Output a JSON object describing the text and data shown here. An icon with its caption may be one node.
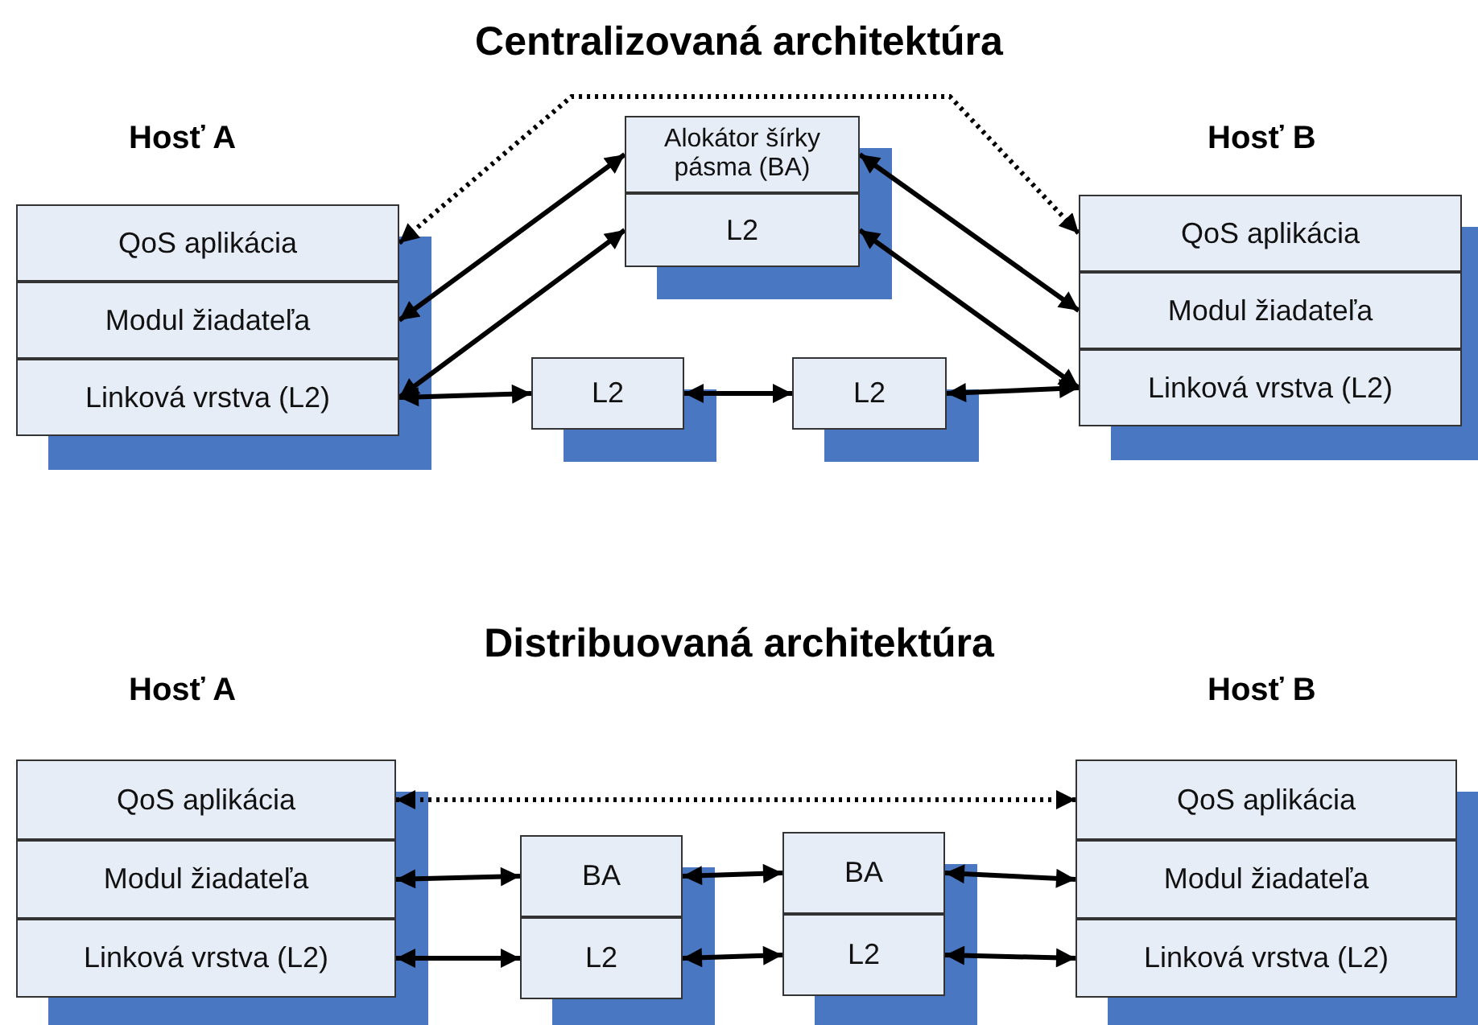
{
  "diagram": {
    "nodes": [
      {
        "text": [
          "Hosť A"
        ]
      },
      {
        "text": [
          "QoS aplikácia"
        ],
        "in": 0
      },
      {
        "text": [
          "Modul žiadateľa"
        ],
        "in": 0
      },
      {
        "text": [
          "Linková vrstva (L2)"
        ],
        "in": 0
      },
      {
        "text": [
          "Alokátor šírky pásma (BA)"
        ]
      },
      {
        "text": [
          "L2"
        ]
      },
      {
        "text": [
          "Hosť B"
        ]
      },
      {
        "text": [
          "QoS aplikácia"
        ],
        "in": 6
      },
      {
        "text": [
          "Modul žiadateľa"
        ],
        "in": 6
      },
      {
        "text": [
          "Linková vrstva (L2)"
        ],
        "in": 6
      },
      {
        "text": [
          "L2"
        ]
      },
      {
        "text": [
          "L2"
        ]
      },
      {
        "text": [
          "Hosť A"
        ]
      },
      {
        "text": [
          "QoS aplikácia"
        ],
        "in": 12
      },
      {
        "text": [
          "Modul žiadateľa"
        ],
        "in": 12
      },
      {
        "text": [
          "Linková vrstva (L2)"
        ],
        "in": 12
      },
      {
        "text": [
          "BA"
        ]
      },
      {
        "text": [
          "L2"
        ]
      },
      {
        "text": [
          "BA"
        ]
      },
      {
        "text": [
          "L2"
        ]
      },
      {
        "text": [
          "Hosť B"
        ]
      },
      {
        "text": [
          "QoS aplikácia"
        ],
        "in": 20
      },
      {
        "text": [
          "Modul žiadateľa"
        ],
        "in": 20
      },
      {
        "text": [
          "Linková vrstva (L2)"
        ],
        "in": 20
      }
    ],
    "edges": [
      {
        "from": 1,
        "to": 7,
        "arrow": "both",
        "style": "dashed"
      },
      {
        "from": 2,
        "to": 4,
        "arrow": "both"
      },
      {
        "from": 3,
        "to": 5,
        "arrow": "both"
      },
      {
        "from": 4,
        "to": 8,
        "arrow": "both"
      },
      {
        "from": 5,
        "to": 9,
        "arrow": "both"
      },
      {
        "from": 3,
        "to": 10,
        "arrow": "both"
      },
      {
        "from": 10,
        "to": 11,
        "arrow": "both"
      },
      {
        "from": 11,
        "to": 9,
        "arrow": "both"
      },
      {
        "from": 13,
        "to": 21,
        "arrow": "both",
        "style": "dashed"
      },
      {
        "from": 14,
        "to": 16,
        "arrow": "both"
      },
      {
        "from": 16,
        "to": 18,
        "arrow": "both"
      },
      {
        "from": 18,
        "to": 22,
        "arrow": "both"
      },
      {
        "from": 15,
        "to": 17,
        "arrow": "both"
      },
      {
        "from": 17,
        "to": 19,
        "arrow": "both"
      },
      {
        "from": 19,
        "to": 23,
        "arrow": "both"
      }
    ],
    "labels": [
      "Centralizovaná architektúra",
      "Distribuovaná architektúra"
    ]
  }
}
